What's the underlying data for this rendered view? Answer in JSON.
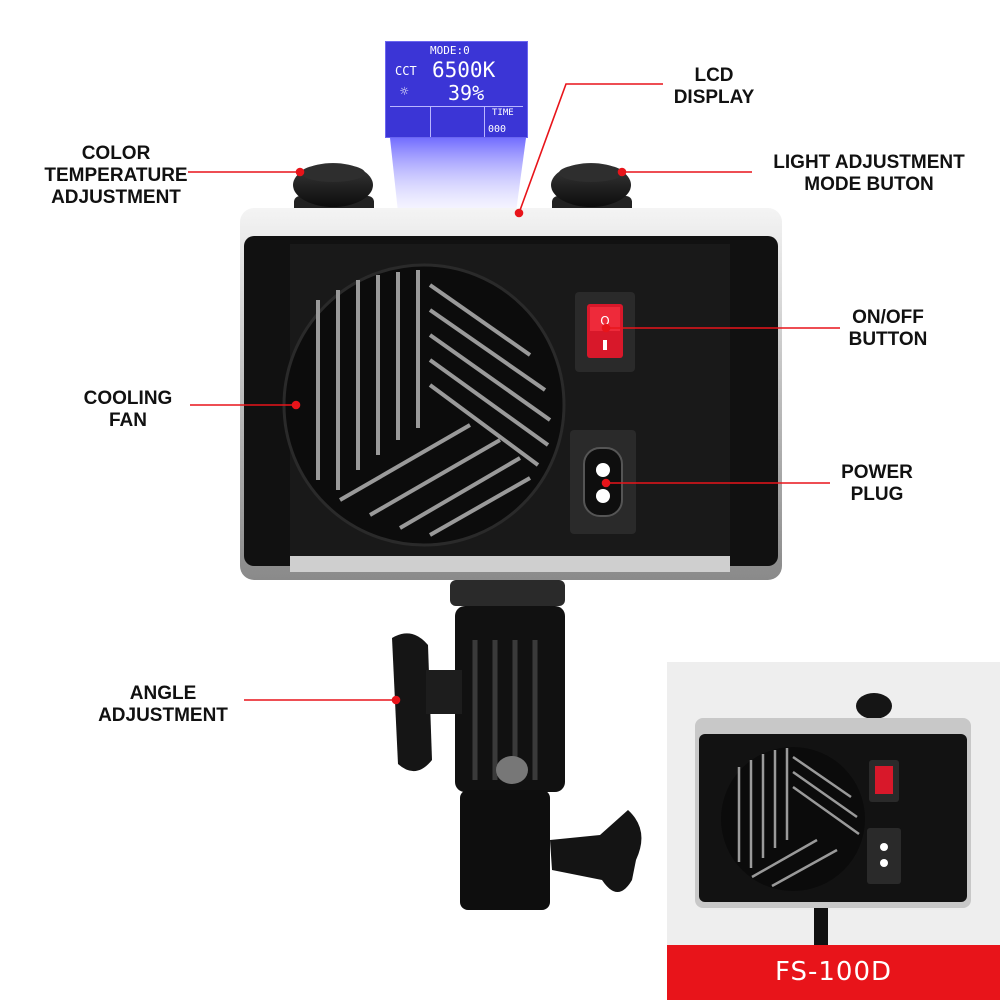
{
  "lcd": {
    "mode": "MODE:0",
    "cct_label": "CCT",
    "cct_value": "6500K",
    "brightness": "39%",
    "time_label": "TIME",
    "time_value": "000"
  },
  "labels": {
    "lcd_display": "LCD\nDISPLAY",
    "color_temp": "COLOR\nTEMPERATURE\nADJUSTMENT",
    "light_mode": "LIGHT ADJUSTMENT\nMODE BUTON",
    "onoff": "ON/OFF\nBUTTON",
    "cooling_fan": "COOLING\nFAN",
    "power_plug": "POWER\nPLUG",
    "angle": "ANGLE\nADJUSTMENT"
  },
  "model": "FS-100D",
  "colors": {
    "accent_red": "#e8141a",
    "lcd_blue": "#3b35d6",
    "body_black": "#161616"
  }
}
